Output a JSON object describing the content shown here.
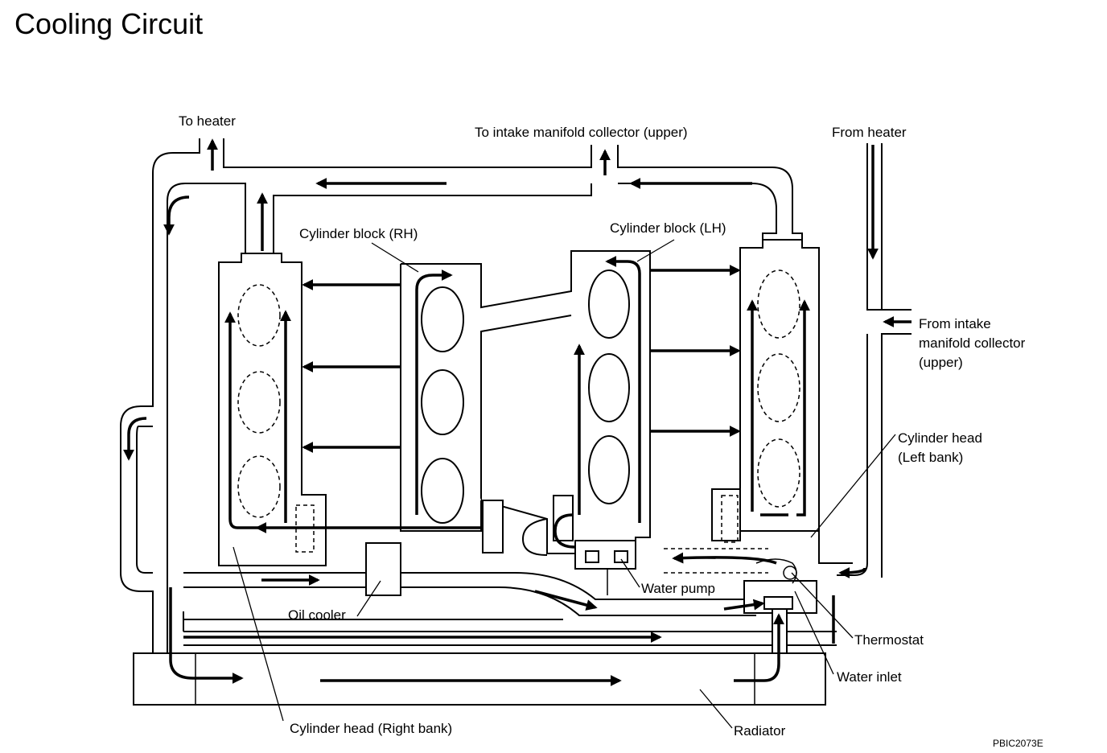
{
  "title": "Cooling Circuit",
  "code": "PBIC2073E",
  "labels": {
    "to_heater": "To heater",
    "to_intake": "To intake manifold collector (upper)",
    "from_heater": "From heater",
    "cyl_block_rh": "Cylinder block (RH)",
    "cyl_block_lh": "Cylinder block (LH)",
    "from_intake_1": "From intake",
    "from_intake_2": "manifold collector",
    "from_intake_3": "(upper)",
    "cyl_head_left_1": "Cylinder head",
    "cyl_head_left_2": "(Left bank)",
    "water_pump": "Water pump",
    "oil_cooler": "Oil cooler",
    "thermostat": "Thermostat",
    "water_inlet": "Water inlet",
    "cyl_head_right": "Cylinder head (Right bank)",
    "radiator": "Radiator"
  }
}
